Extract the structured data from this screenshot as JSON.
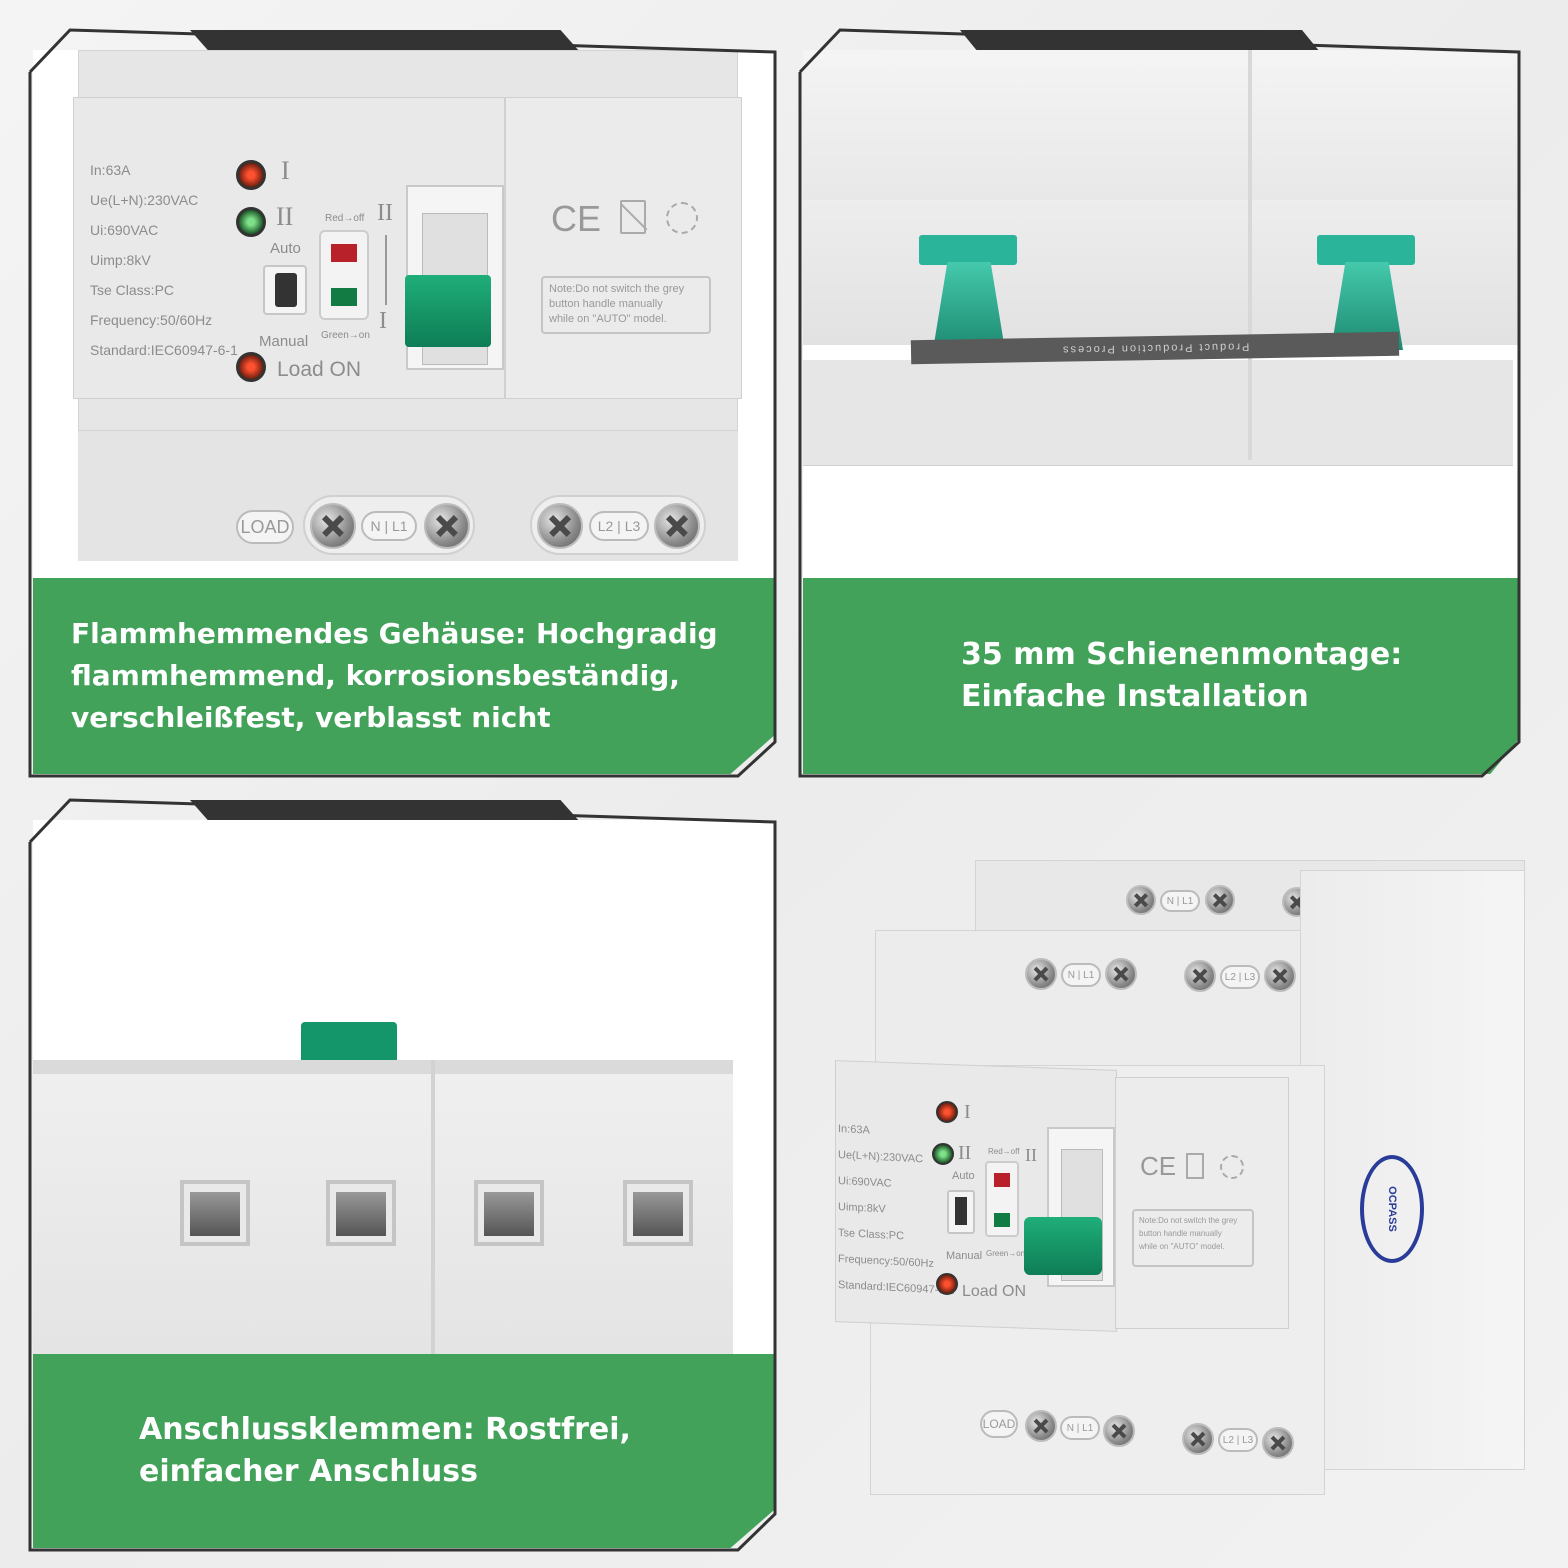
{
  "panels": {
    "top_left": {
      "caption": "Flammhemmendes Gehäuse: Hochgradig\nflammhemmend, korrosionsbeständig,\nverschleißfest, verblasst nicht",
      "device": {
        "specs": [
          "In:63A",
          "Ue(L+N):230VAC",
          "Ui:690VAC",
          "Uimp:8kV",
          "Tse Class:PC",
          "Frequency:50/60Hz",
          "Standard:IEC60947-6-1"
        ],
        "pos_1": "I",
        "pos_2": "II",
        "auto_label": "Auto",
        "manual_label": "Manual",
        "red_label": "Red→off",
        "green_label": "Green→on",
        "load_on_label": "Load ON",
        "ce_mark": "CE",
        "note": "Note:Do not switch the grey\nbutton handle manually\nwhile on \"AUTO\" model.",
        "terminal_load": "LOAD",
        "terminal_n_l1": "N | L1",
        "terminal_l2_l3": "L2 | L3"
      }
    },
    "top_right": {
      "caption": "35 mm Schienenmontage:\nEinfache Installation",
      "strip_text": "Product Production Process"
    },
    "bottom_left": {
      "caption": "Anschlussklemmen: Rostfrei,\neinfacher Anschluss"
    },
    "bottom_right": {
      "device": {
        "specs": [
          "In:63A",
          "Ue(L+N):230VAC",
          "Ui:690VAC",
          "Uimp:8kV",
          "Tse Class:PC",
          "Frequency:50/60Hz",
          "Standard:IEC60947-6-1"
        ],
        "pos_1": "I",
        "pos_2": "II",
        "auto_label": "Auto",
        "manual_label": "Manual",
        "red_label": "Red→off",
        "green_label": "Green→on",
        "load_on_label": "Load ON",
        "ce_mark": "CE",
        "note": "Note:Do not switch the grey\nbutton handle manually\nwhile on \"AUTO\" model.",
        "terminal_load": "LOAD",
        "terminal_n_l1": "N | L1",
        "terminal_l2_l3": "L2 | L3",
        "brand": "OCPASS"
      }
    }
  },
  "colors": {
    "caption_green": "#42a25a",
    "frame_dark": "#333333",
    "handle_green": "#14956a",
    "clip_teal": "#2ab59a",
    "brand_blue": "#2a3c9a"
  }
}
